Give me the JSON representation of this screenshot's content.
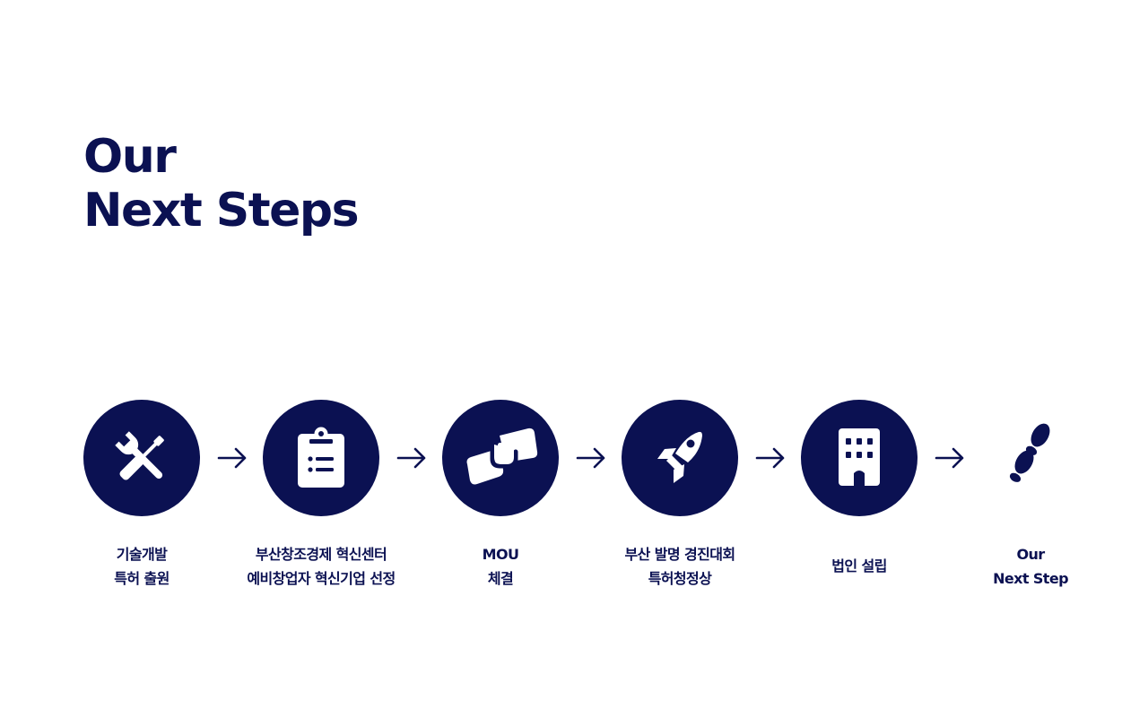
{
  "heading": {
    "line1": "Our",
    "line2": "Next Steps"
  },
  "colors": {
    "navy": "#0b1152",
    "background": "#ffffff"
  },
  "steps": [
    {
      "icon": "tools-icon",
      "lines": [
        "기술개발",
        "특허 출원"
      ]
    },
    {
      "icon": "clipboard-icon",
      "lines": [
        "부산창조경제 혁신센터",
        "예비창업자 혁신기업 선정"
      ]
    },
    {
      "icon": "handshake-icon",
      "lines": [
        "MOU",
        "체결"
      ]
    },
    {
      "icon": "rocket-icon",
      "lines": [
        "부산 발명 경진대회",
        "특허청정상"
      ]
    },
    {
      "icon": "building-icon",
      "lines": [
        "법인 설립"
      ]
    },
    {
      "icon": "footsteps-icon",
      "lines": [
        "Our",
        "Next Step"
      ]
    }
  ]
}
